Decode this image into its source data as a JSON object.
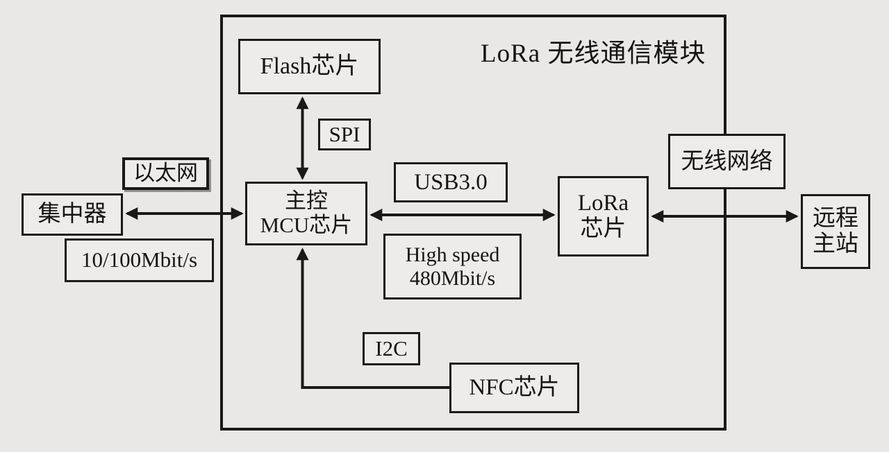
{
  "diagram": {
    "title": "LoRa 无线通信模块",
    "nodes": {
      "flash_chip": "Flash芯片",
      "mcu": {
        "line1": "主控",
        "line2": "MCU芯片"
      },
      "lora_chip": {
        "line1": "LoRa",
        "line2": "芯片"
      },
      "nfc_chip": "NFC芯片",
      "concentrator": "集中器",
      "remote_master": {
        "line1": "远程",
        "line2": "主站"
      }
    },
    "link_labels": {
      "spi": "SPI",
      "usb": "USB3.0",
      "high_speed": {
        "line1": "High speed",
        "line2": "480Mbit/s"
      },
      "i2c": "I2C",
      "ethernet": "以太网",
      "ethernet_rate": "10/100Mbit/s",
      "wireless_network": "无线网络"
    },
    "colors": {
      "background": "#e9e8e6",
      "box_fill": "#edecea",
      "line": "#191919"
    }
  }
}
